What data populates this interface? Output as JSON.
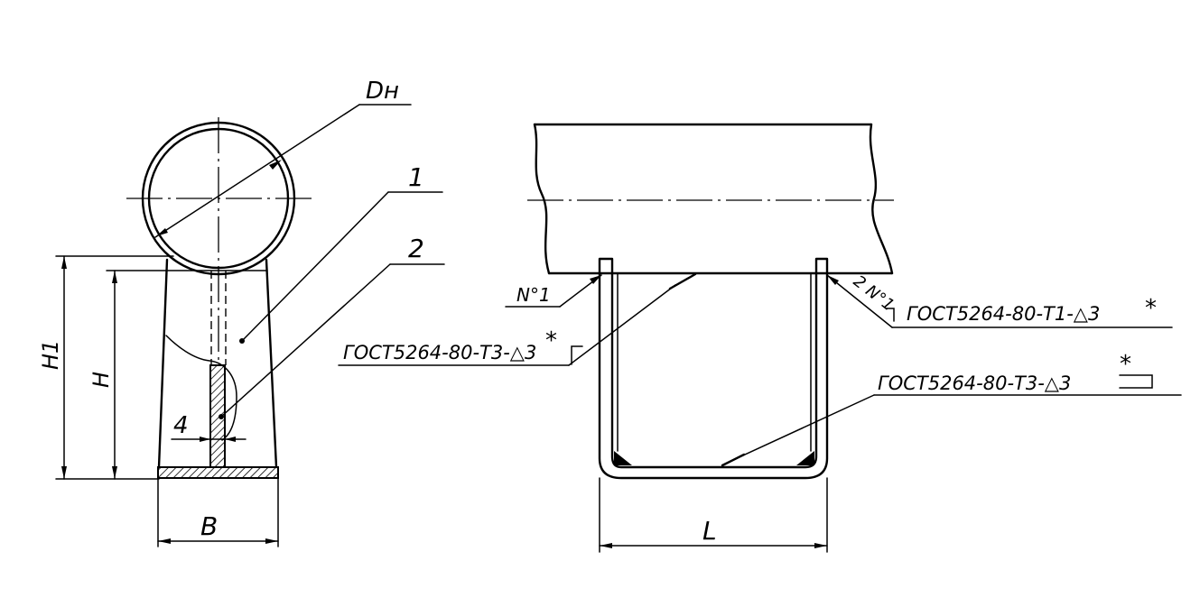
{
  "labels": {
    "diameter": "Dн",
    "item_1": "1",
    "item_2": "2",
    "height_h1": "H1",
    "height_h": "H",
    "thickness": "4",
    "width_b": "B",
    "length_l": "L",
    "weld_no_left": "N°1",
    "weld_no_right": "2 N°1",
    "weld_note_left": "ГОСТ5264-80-Т3-△3",
    "weld_note_right": "ГОСТ5264-80-Т1-△3",
    "weld_note_bottom": "ГОСТ5264-80-Т3-△3",
    "asterisk": "*"
  }
}
